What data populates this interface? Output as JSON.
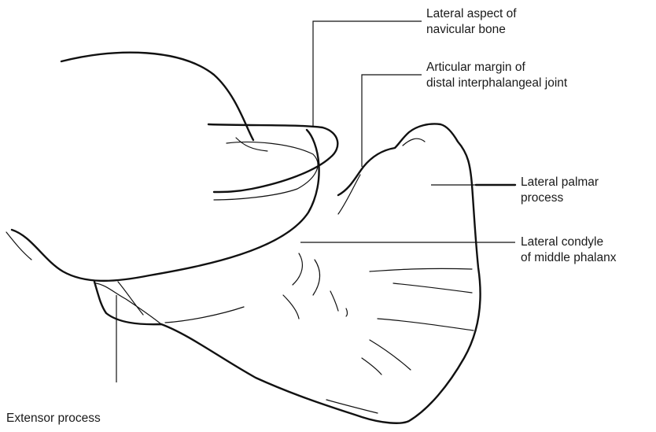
{
  "labels": {
    "navicular": [
      "Lateral aspect of",
      "navicular bone"
    ],
    "articular": [
      "Articular margin of",
      "distal interphalangeal joint"
    ],
    "palmar": [
      "Lateral palmar",
      "process"
    ],
    "condyle": [
      "Lateral condyle",
      "of middle phalanx"
    ],
    "extensor": [
      "Extensor process"
    ]
  }
}
